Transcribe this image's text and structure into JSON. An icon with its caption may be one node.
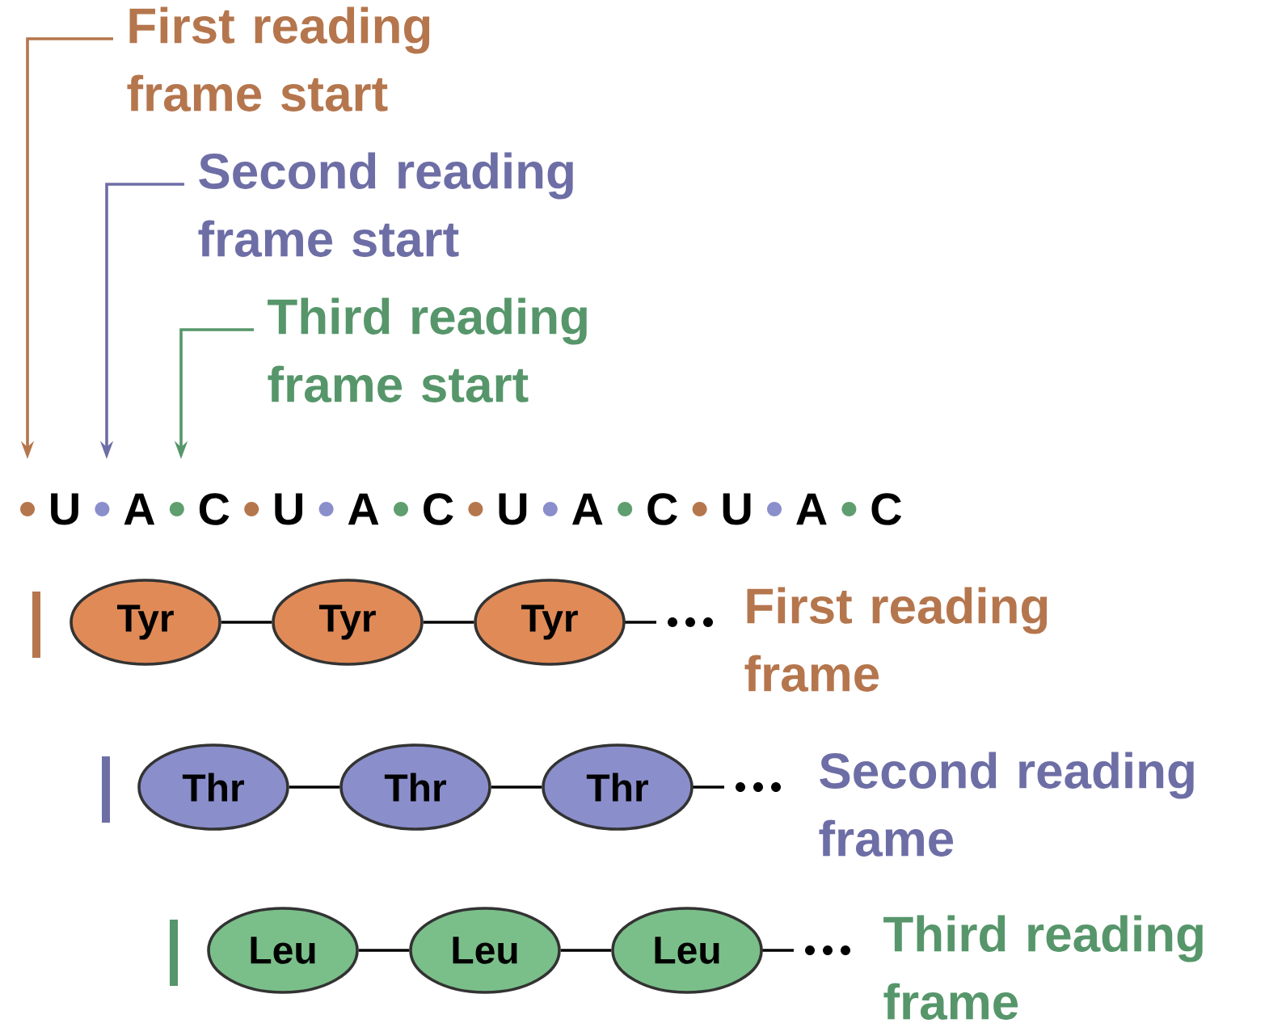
{
  "diagram": {
    "nodes": [
      {
        "text": [
          "First reading frame start"
        ]
      },
      {
        "text": [
          "Second reading frame start"
        ]
      },
      {
        "text": [
          "Third reading frame start"
        ]
      },
      {
        "text": [
          "Tyr"
        ]
      },
      {
        "text": [
          "Tyr"
        ]
      },
      {
        "text": [
          "Tyr"
        ]
      },
      {
        "text": [
          "Thr"
        ]
      },
      {
        "text": [
          "Thr"
        ]
      },
      {
        "text": [
          "Thr"
        ]
      },
      {
        "text": [
          "Leu"
        ]
      },
      {
        "text": [
          "Leu"
        ]
      },
      {
        "text": [
          "Leu"
        ]
      }
    ],
    "edges": [
      {
        "from": 0,
        "to": null,
        "arrow": "to",
        "color": "#b5764d"
      },
      {
        "from": 1,
        "to": null,
        "arrow": "to",
        "color": "#6e6ea6"
      },
      {
        "from": 2,
        "to": null,
        "arrow": "to",
        "color": "#56966a"
      },
      {
        "from": 3,
        "to": 4,
        "arrow": "none"
      },
      {
        "from": 4,
        "to": 5,
        "arrow": "none"
      },
      {
        "from": 6,
        "to": 7,
        "arrow": "none"
      },
      {
        "from": 7,
        "to": 8,
        "arrow": "none"
      },
      {
        "from": 9,
        "to": 10,
        "arrow": "none"
      },
      {
        "from": 10,
        "to": 11,
        "arrow": "none"
      }
    ],
    "labels": [
      "U",
      "A",
      "C",
      "U",
      "A",
      "C",
      "U",
      "A",
      "C",
      "U",
      "A",
      "C",
      "First reading frame",
      "Second reading frame",
      "Third reading frame"
    ]
  }
}
